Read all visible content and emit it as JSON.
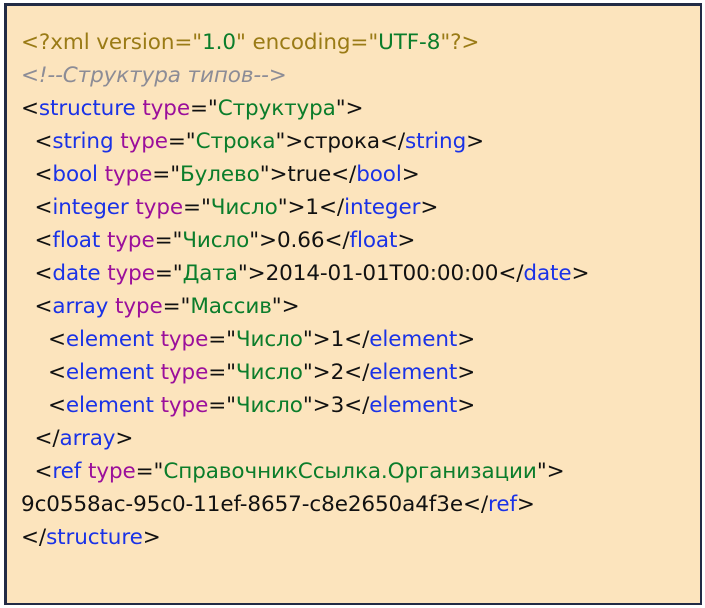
{
  "panel": {
    "background_color": "#FCE4BD",
    "border_color": "#222B45",
    "page_background": "#ffffff"
  },
  "palette": {
    "punctuation": "#111111",
    "tag_name": "#1A32E6",
    "attribute_name": "#9B0F9B",
    "attribute_value": "#0B7D2B",
    "text_content": "#111111",
    "declaration": "#9A7B16",
    "declaration_value": "#0B7D2B",
    "comment": "#8C8C96"
  },
  "document_title": "XML Structure Snippet",
  "language": "xml",
  "code": {
    "lines": [
      {
        "indent": 0,
        "kind": "declaration",
        "plain": "<?xml version=\"1.0\" encoding=\"UTF-8\"?>",
        "tokens": [
          {
            "type": "decl",
            "text": "<?xml version=\""
          },
          {
            "type": "declval",
            "text": "1.0"
          },
          {
            "type": "decl",
            "text": "\" encoding=\""
          },
          {
            "type": "declval",
            "text": "UTF-8"
          },
          {
            "type": "decl",
            "text": "\"?>"
          }
        ]
      },
      {
        "indent": 0,
        "kind": "comment",
        "plain": "<!--Структура типов-->",
        "tokens": [
          {
            "type": "comment",
            "text": "<!--Структура типов-->"
          }
        ]
      },
      {
        "indent": 0,
        "kind": "open-tag",
        "plain": "<structure type=\"Структура\">",
        "tokens": [
          {
            "type": "punct",
            "text": "<"
          },
          {
            "type": "tag",
            "text": "structure"
          },
          {
            "type": "punct",
            "text": " "
          },
          {
            "type": "attr",
            "text": "type"
          },
          {
            "type": "punct",
            "text": "=\""
          },
          {
            "type": "value",
            "text": "Структура"
          },
          {
            "type": "punct",
            "text": "\">"
          }
        ]
      },
      {
        "indent": 1,
        "kind": "element",
        "plain": "<string type=\"Строка\">строка</string>",
        "tokens": [
          {
            "type": "punct",
            "text": "<"
          },
          {
            "type": "tag",
            "text": "string"
          },
          {
            "type": "punct",
            "text": " "
          },
          {
            "type": "attr",
            "text": "type"
          },
          {
            "type": "punct",
            "text": "=\""
          },
          {
            "type": "value",
            "text": "Строка"
          },
          {
            "type": "punct",
            "text": "\">"
          },
          {
            "type": "text",
            "text": "строка"
          },
          {
            "type": "punct",
            "text": "</"
          },
          {
            "type": "tag",
            "text": "string"
          },
          {
            "type": "punct",
            "text": ">"
          }
        ]
      },
      {
        "indent": 1,
        "kind": "element",
        "plain": "<bool type=\"Булево\">true</bool>",
        "tokens": [
          {
            "type": "punct",
            "text": "<"
          },
          {
            "type": "tag",
            "text": "bool"
          },
          {
            "type": "punct",
            "text": " "
          },
          {
            "type": "attr",
            "text": "type"
          },
          {
            "type": "punct",
            "text": "=\""
          },
          {
            "type": "value",
            "text": "Булево"
          },
          {
            "type": "punct",
            "text": "\">"
          },
          {
            "type": "text",
            "text": "true"
          },
          {
            "type": "punct",
            "text": "</"
          },
          {
            "type": "tag",
            "text": "bool"
          },
          {
            "type": "punct",
            "text": ">"
          }
        ]
      },
      {
        "indent": 1,
        "kind": "element",
        "plain": "<integer type=\"Число\">1</integer>",
        "tokens": [
          {
            "type": "punct",
            "text": "<"
          },
          {
            "type": "tag",
            "text": "integer"
          },
          {
            "type": "punct",
            "text": " "
          },
          {
            "type": "attr",
            "text": "type"
          },
          {
            "type": "punct",
            "text": "=\""
          },
          {
            "type": "value",
            "text": "Число"
          },
          {
            "type": "punct",
            "text": "\">"
          },
          {
            "type": "text",
            "text": "1"
          },
          {
            "type": "punct",
            "text": "</"
          },
          {
            "type": "tag",
            "text": "integer"
          },
          {
            "type": "punct",
            "text": ">"
          }
        ]
      },
      {
        "indent": 1,
        "kind": "element",
        "plain": "<float type=\"Число\">0.66</float>",
        "tokens": [
          {
            "type": "punct",
            "text": "<"
          },
          {
            "type": "tag",
            "text": "float"
          },
          {
            "type": "punct",
            "text": " "
          },
          {
            "type": "attr",
            "text": "type"
          },
          {
            "type": "punct",
            "text": "=\""
          },
          {
            "type": "value",
            "text": "Число"
          },
          {
            "type": "punct",
            "text": "\">"
          },
          {
            "type": "text",
            "text": "0.66"
          },
          {
            "type": "punct",
            "text": "</"
          },
          {
            "type": "tag",
            "text": "float"
          },
          {
            "type": "punct",
            "text": ">"
          }
        ]
      },
      {
        "indent": 1,
        "kind": "element",
        "plain": "<date type=\"Дата\">2014-01-01T00:00:00</date>",
        "tokens": [
          {
            "type": "punct",
            "text": "<"
          },
          {
            "type": "tag",
            "text": "date"
          },
          {
            "type": "punct",
            "text": " "
          },
          {
            "type": "attr",
            "text": "type"
          },
          {
            "type": "punct",
            "text": "=\""
          },
          {
            "type": "value",
            "text": "Дата"
          },
          {
            "type": "punct",
            "text": "\">"
          },
          {
            "type": "text",
            "text": "2014-01-01T00:00:00"
          },
          {
            "type": "punct",
            "text": "</"
          },
          {
            "type": "tag",
            "text": "date"
          },
          {
            "type": "punct",
            "text": ">"
          }
        ]
      },
      {
        "indent": 1,
        "kind": "open-tag",
        "plain": "<array type=\"Массив\">",
        "tokens": [
          {
            "type": "punct",
            "text": "<"
          },
          {
            "type": "tag",
            "text": "array"
          },
          {
            "type": "punct",
            "text": " "
          },
          {
            "type": "attr",
            "text": "type"
          },
          {
            "type": "punct",
            "text": "=\""
          },
          {
            "type": "value",
            "text": "Массив"
          },
          {
            "type": "punct",
            "text": "\">"
          }
        ]
      },
      {
        "indent": 2,
        "kind": "element",
        "plain": "<element type=\"Число\">1</element>",
        "tokens": [
          {
            "type": "punct",
            "text": "<"
          },
          {
            "type": "tag",
            "text": "element"
          },
          {
            "type": "punct",
            "text": " "
          },
          {
            "type": "attr",
            "text": "type"
          },
          {
            "type": "punct",
            "text": "=\""
          },
          {
            "type": "value",
            "text": "Число"
          },
          {
            "type": "punct",
            "text": "\">"
          },
          {
            "type": "text",
            "text": "1"
          },
          {
            "type": "punct",
            "text": "</"
          },
          {
            "type": "tag",
            "text": "element"
          },
          {
            "type": "punct",
            "text": ">"
          }
        ]
      },
      {
        "indent": 2,
        "kind": "element",
        "plain": "<element type=\"Число\">2</element>",
        "tokens": [
          {
            "type": "punct",
            "text": "<"
          },
          {
            "type": "tag",
            "text": "element"
          },
          {
            "type": "punct",
            "text": " "
          },
          {
            "type": "attr",
            "text": "type"
          },
          {
            "type": "punct",
            "text": "=\""
          },
          {
            "type": "value",
            "text": "Число"
          },
          {
            "type": "punct",
            "text": "\">"
          },
          {
            "type": "text",
            "text": "2"
          },
          {
            "type": "punct",
            "text": "</"
          },
          {
            "type": "tag",
            "text": "element"
          },
          {
            "type": "punct",
            "text": ">"
          }
        ]
      },
      {
        "indent": 2,
        "kind": "element",
        "plain": "<element type=\"Число\">3</element>",
        "tokens": [
          {
            "type": "punct",
            "text": "<"
          },
          {
            "type": "tag",
            "text": "element"
          },
          {
            "type": "punct",
            "text": " "
          },
          {
            "type": "attr",
            "text": "type"
          },
          {
            "type": "punct",
            "text": "=\""
          },
          {
            "type": "value",
            "text": "Число"
          },
          {
            "type": "punct",
            "text": "\">"
          },
          {
            "type": "text",
            "text": "3"
          },
          {
            "type": "punct",
            "text": "</"
          },
          {
            "type": "tag",
            "text": "element"
          },
          {
            "type": "punct",
            "text": ">"
          }
        ]
      },
      {
        "indent": 1,
        "kind": "close-tag",
        "plain": "</array>",
        "tokens": [
          {
            "type": "punct",
            "text": "</"
          },
          {
            "type": "tag",
            "text": "array"
          },
          {
            "type": "punct",
            "text": ">"
          }
        ]
      },
      {
        "indent": 1,
        "kind": "open-tag",
        "plain": "<ref type=\"СправочникСсылка.Организации\">",
        "tokens": [
          {
            "type": "punct",
            "text": "<"
          },
          {
            "type": "tag",
            "text": "ref"
          },
          {
            "type": "punct",
            "text": " "
          },
          {
            "type": "attr",
            "text": "type"
          },
          {
            "type": "punct",
            "text": "=\""
          },
          {
            "type": "value",
            "text": "СправочникСсылка.Организации"
          },
          {
            "type": "punct",
            "text": "\">"
          }
        ]
      },
      {
        "indent": 0,
        "kind": "text-and-close",
        "plain": "9c0558ac-95c0-11ef-8657-c8e2650a4f3e</ref>",
        "tokens": [
          {
            "type": "text",
            "text": "9c0558ac-95c0-11ef-8657-c8e2650a4f3e"
          },
          {
            "type": "punct",
            "text": "</"
          },
          {
            "type": "tag",
            "text": "ref"
          },
          {
            "type": "punct",
            "text": ">"
          }
        ]
      },
      {
        "indent": 0,
        "kind": "close-tag",
        "plain": "</structure>",
        "tokens": [
          {
            "type": "punct",
            "text": "</"
          },
          {
            "type": "tag",
            "text": "structure"
          },
          {
            "type": "punct",
            "text": ">"
          }
        ]
      }
    ]
  }
}
